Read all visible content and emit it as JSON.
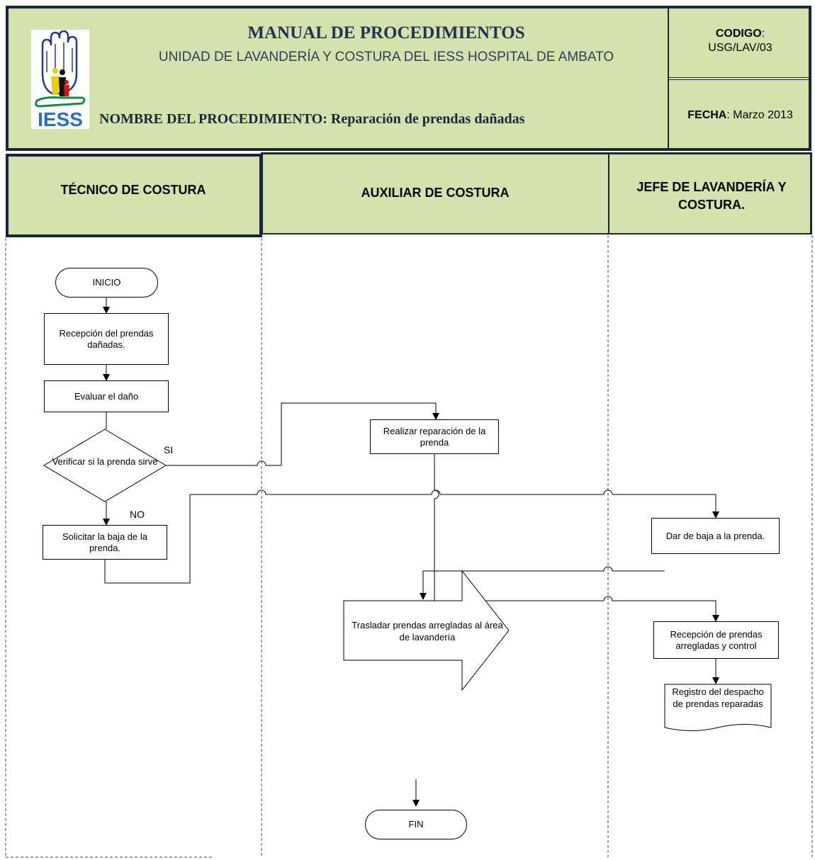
{
  "header": {
    "title": "MANUAL DE PROCEDIMIENTOS",
    "subtitle": "UNIDAD DE LAVANDERÍA Y COSTURA DEL IESS HOSPITAL DE AMBATO",
    "procedure_label": "NOMBRE DEL PROCEDIMIENTO:",
    "procedure_name": "Reparación de prendas dañadas",
    "code_label": "CODIGO",
    "code_value": "USG/LAV/03",
    "date_label": "FECHA",
    "date_value": "Marzo 2013",
    "logo_text": "IESS"
  },
  "lanes": [
    {
      "title": "TÉCNICO DE COSTURA"
    },
    {
      "title": "AUXILIAR DE COSTURA"
    },
    {
      "title": "JEFE DE LAVANDERÍA Y COSTURA."
    }
  ],
  "nodes": {
    "inicio": "INICIO",
    "recepcion": "Recepción del prendas dañadas.",
    "evaluar": "Evaluar el daño",
    "verificar": "Verificar si la prenda sirve",
    "solicitar_baja": "Solicitar la baja de la prenda.",
    "realizar_reparacion": "Realizar reparación de la prenda",
    "dar_baja": "Dar de baja a la prenda.",
    "recepcion_arregladas": "Recepción de prendas arregladas y control",
    "registro": "Registro del despacho de prendas reparadas",
    "trasladar": "Trasladar prendas arregladas al área de lavandería",
    "fin": "FIN"
  },
  "labels": {
    "si": "SI",
    "no": "NO"
  },
  "colors": {
    "header_fill": "#d4e2ad",
    "header_border": "#17283a",
    "title_color": "#1f3550"
  }
}
